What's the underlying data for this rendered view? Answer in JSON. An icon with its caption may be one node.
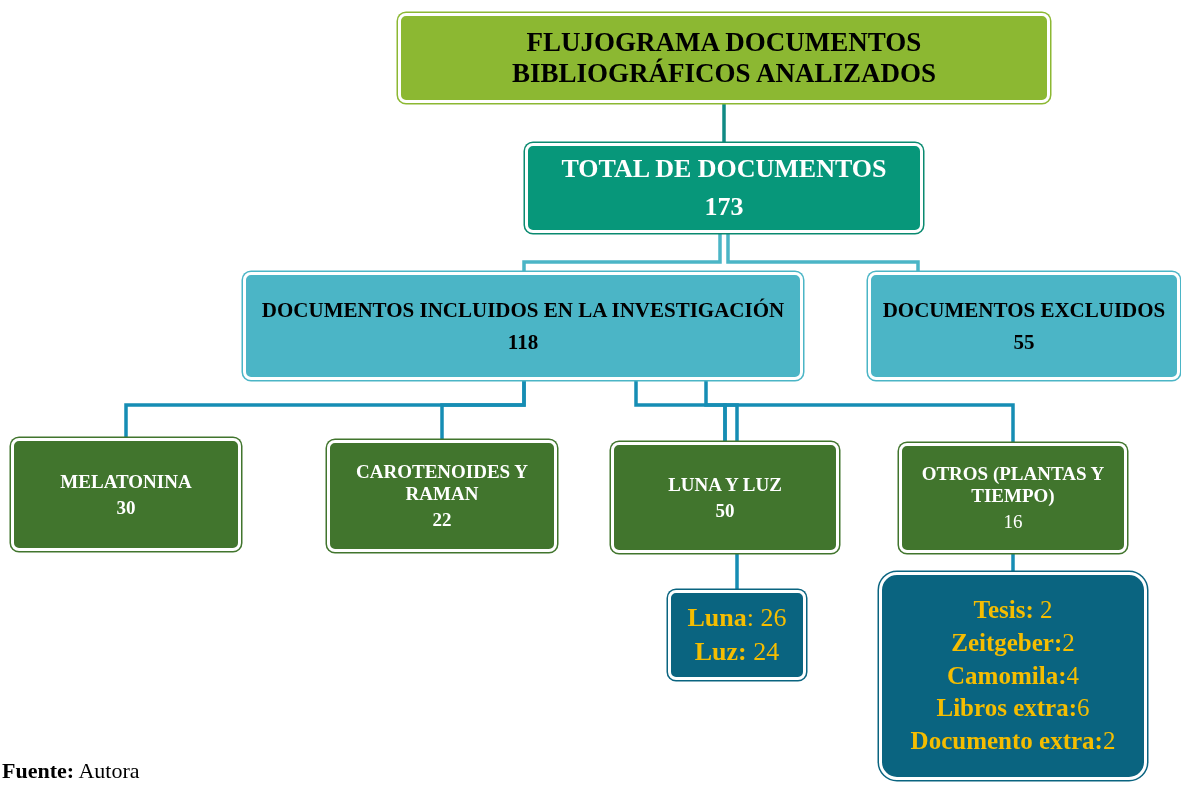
{
  "diagram": {
    "caption": "**Fuente:** Autora",
    "nodes": [
      {
        "text": [
          "FLUJOGRAMA DOCUMENTOS BIBLIOGRÁFICOS ANALIZADOS"
        ]
      },
      {
        "text": [
          "TOTAL DE DOCUMENTOS",
          "173"
        ]
      },
      {
        "text": [
          "DOCUMENTOS INCLUIDOS EN LA INVESTIGACIÓN",
          "118"
        ]
      },
      {
        "text": [
          "DOCUMENTOS EXCLUIDOS",
          "55"
        ]
      },
      {
        "text": [
          "MELATONINA",
          "30"
        ]
      },
      {
        "text": [
          "CAROTENOIDES Y RAMAN",
          "22"
        ]
      },
      {
        "text": [
          "LUNA Y LUZ",
          "50"
        ]
      },
      {
        "text": [
          "OTROS (PLANTAS Y TIEMPO)",
          "16"
        ]
      },
      {
        "text": [
          "**Luna**: 26",
          "**Luz:** 24"
        ]
      },
      {
        "text": [
          "**Tesis:** 2",
          "**Zeitgeber:**2",
          "**Camomila:**4",
          "**Libros extra:**6",
          "**Documento extra:**2"
        ]
      }
    ],
    "edges": [
      {
        "from": 0,
        "to": 1,
        "arrow": "none",
        "color": "#108a84"
      },
      {
        "from": 1,
        "to": 2,
        "arrow": "none",
        "color": "#4bb5c6"
      },
      {
        "from": 1,
        "to": 3,
        "arrow": "none",
        "color": "#4bb5c6"
      },
      {
        "from": 2,
        "to": 4,
        "arrow": "none"
      },
      {
        "from": 2,
        "to": 5,
        "arrow": "none"
      },
      {
        "from": 2,
        "to": 6,
        "arrow": "none"
      },
      {
        "from": 2,
        "to": 7,
        "arrow": "none"
      },
      {
        "from": 6,
        "to": 8,
        "arrow": "none"
      },
      {
        "from": 7,
        "to": 9,
        "arrow": "none"
      }
    ]
  }
}
